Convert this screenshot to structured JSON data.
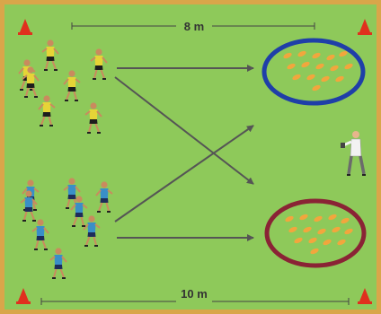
{
  "field": {
    "grass_color": "#8ec95a",
    "border_color": "#d9a64a",
    "cone_color": "#e0301e"
  },
  "measurements": {
    "top_label": "8 m",
    "bottom_label": "10 m"
  },
  "target_zones": [
    {
      "name": "blue-zone",
      "ring_color": "#1f3fa8",
      "pucks": 15
    },
    {
      "name": "red-zone",
      "ring_color": "#8a2335",
      "pucks": 15
    }
  ],
  "teams": [
    {
      "name": "yellow-team",
      "shirt": "#e6d437",
      "shorts": "#1d1d1d",
      "players": 7
    },
    {
      "name": "blue-team",
      "shirt": "#3a8fc7",
      "shorts": "#1d2c5a",
      "players": 8
    }
  ],
  "coach": {
    "shirt": "#f2f2f2",
    "pants": "#6b6b6b"
  },
  "puck_color": "#f2a63d",
  "arrow_color": "#555555"
}
